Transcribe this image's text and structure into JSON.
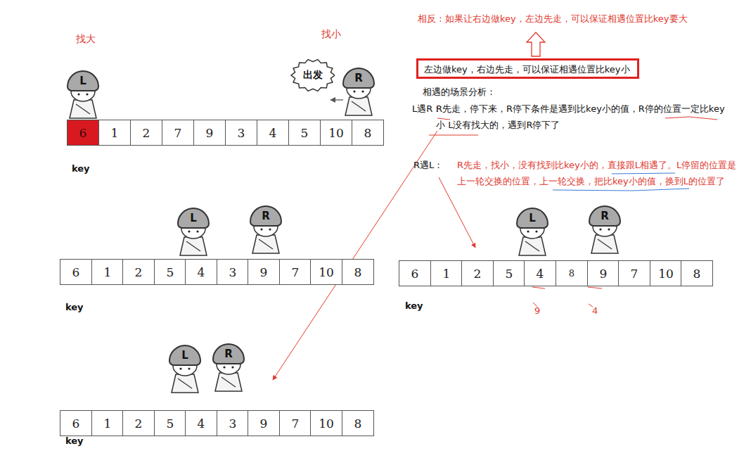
{
  "diagram": {
    "nodes": [
      {
        "text": [
          "L"
        ]
      },
      {
        "text": [
          "R"
        ]
      },
      {
        "text": [
          "出发"
        ]
      },
      {
        "text": [
          "6"
        ]
      },
      {
        "text": [
          "1"
        ]
      },
      {
        "text": [
          "2"
        ]
      },
      {
        "text": [
          "7"
        ]
      },
      {
        "text": [
          "9"
        ]
      },
      {
        "text": [
          "3"
        ]
      },
      {
        "text": [
          "4"
        ]
      },
      {
        "text": [
          "5"
        ]
      },
      {
        "text": [
          "10"
        ]
      },
      {
        "text": [
          "8"
        ]
      },
      {
        "text": [
          "左边做key，右边先走，可以保证相遇位置比key小"
        ]
      },
      {
        "text": [
          "L"
        ]
      },
      {
        "text": [
          "R"
        ]
      },
      {
        "text": [
          "6"
        ]
      },
      {
        "text": [
          "1"
        ]
      },
      {
        "text": [
          "2"
        ]
      },
      {
        "text": [
          "5"
        ]
      },
      {
        "text": [
          "4"
        ]
      },
      {
        "text": [
          "3"
        ]
      },
      {
        "text": [
          "9"
        ]
      },
      {
        "text": [
          "7"
        ]
      },
      {
        "text": [
          "10"
        ]
      },
      {
        "text": [
          "8"
        ]
      },
      {
        "text": [
          "L"
        ]
      },
      {
        "text": [
          "R"
        ]
      },
      {
        "text": [
          "6"
        ]
      },
      {
        "text": [
          "1"
        ]
      },
      {
        "text": [
          "2"
        ]
      },
      {
        "text": [
          "5"
        ]
      },
      {
        "text": [
          "4"
        ]
      },
      {
        "text": [
          "8"
        ]
      },
      {
        "text": [
          "9"
        ]
      },
      {
        "text": [
          "7"
        ]
      },
      {
        "text": [
          "10"
        ]
      },
      {
        "text": [
          "8"
        ]
      },
      {
        "text": [
          "L"
        ]
      },
      {
        "text": [
          "R"
        ]
      },
      {
        "text": [
          "6"
        ]
      },
      {
        "text": [
          "1"
        ]
      },
      {
        "text": [
          "2"
        ]
      },
      {
        "text": [
          "5"
        ]
      },
      {
        "text": [
          "4"
        ]
      },
      {
        "text": [
          "3"
        ]
      },
      {
        "text": [
          "9"
        ]
      },
      {
        "text": [
          "7"
        ]
      },
      {
        "text": [
          "10"
        ]
      },
      {
        "text": [
          "8"
        ]
      }
    ],
    "labels": [
      "找大",
      "找小",
      "key",
      "相反：如果让右边做key，左边先走，可以保证相遇位置比key要大",
      "相遇的场景分析：",
      "L遇R：",
      "R先走，停下来，R停下条件是遇到比key小的值，R停的位置一定比key小 L没有找大的，遇到R停下了",
      "R遇L：",
      "R先走，找小，没有找到比key小的，直接跟L相遇了。L停留的位置是上一轮交换的位置，上一轮交换，把比key小的值，换到L的位置了",
      "key",
      "key",
      "9",
      "4",
      "key"
    ]
  }
}
